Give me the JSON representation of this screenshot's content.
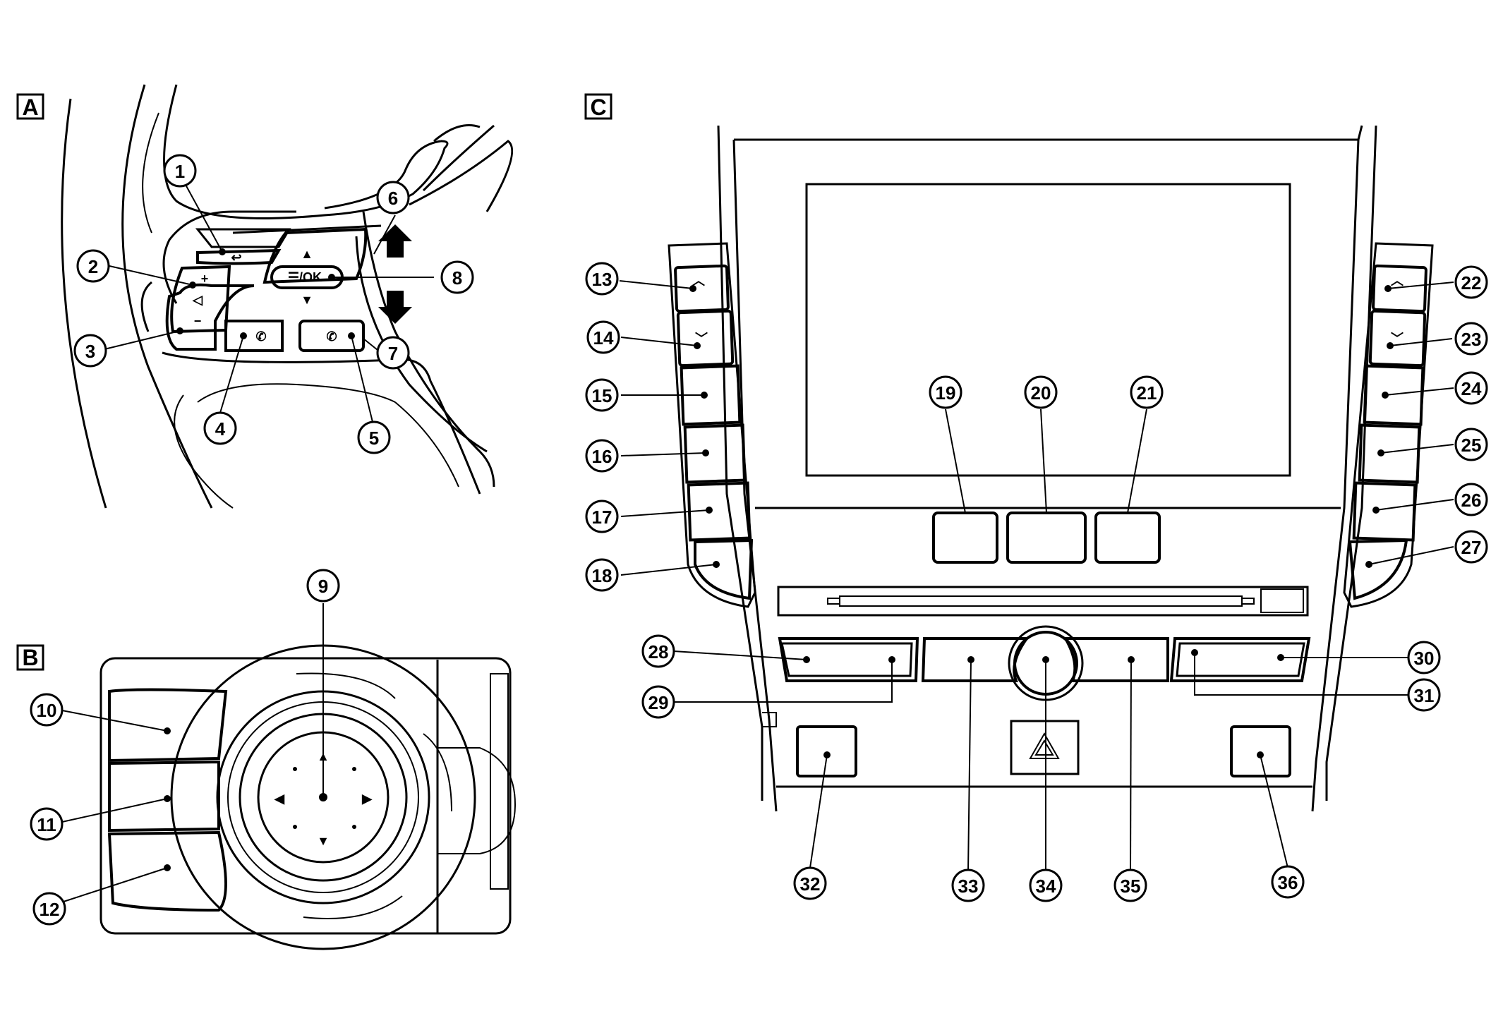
{
  "sections": {
    "a": "A",
    "b": "B",
    "c": "C"
  },
  "callouts": {
    "c1": "1",
    "c2": "2",
    "c3": "3",
    "c4": "4",
    "c5": "5",
    "c6": "6",
    "c7": "7",
    "c8": "8",
    "c9": "9",
    "c10": "10",
    "c11": "11",
    "c12": "12",
    "c13": "13",
    "c14": "14",
    "c15": "15",
    "c16": "16",
    "c17": "17",
    "c18": "18",
    "c19": "19",
    "c20": "20",
    "c21": "21",
    "c22": "22",
    "c23": "23",
    "c24": "24",
    "c25": "25",
    "c26": "26",
    "c27": "27",
    "c28": "28",
    "c29": "29",
    "c30": "30",
    "c31": "31",
    "c32": "32",
    "c33": "33",
    "c34": "34",
    "c35": "35",
    "c36": "36"
  },
  "steering_labels": {
    "menu_ok": "☰/OK",
    "plus": "+",
    "minus": "−"
  },
  "colors": {
    "line": "#000000",
    "background": "#ffffff"
  },
  "icons": [
    "back-icon",
    "speaker-icon",
    "voice-icon",
    "phone-icon",
    "hazard-icon",
    "chevron-up-icon",
    "chevron-down-icon",
    "arrow-up-icon",
    "arrow-down-icon"
  ]
}
